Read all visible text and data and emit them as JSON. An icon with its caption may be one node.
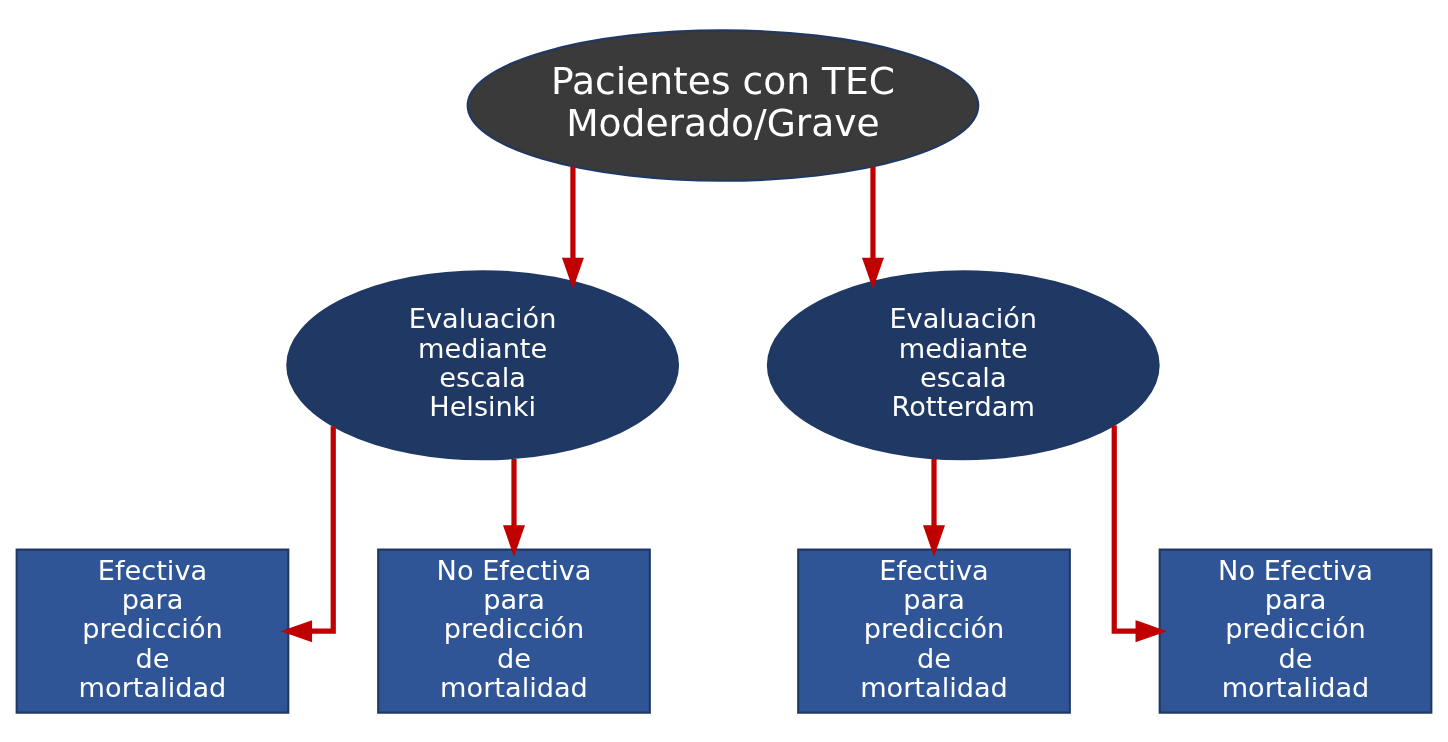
{
  "diagram": {
    "nodes": [
      {
        "text": [
          "Pacientes con TEC Moderado/Grave"
        ]
      },
      {
        "text": [
          "Evaluación mediante escala Helsinki"
        ]
      },
      {
        "text": [
          "Evaluación mediante escala Rotterdam"
        ]
      },
      {
        "text": [
          "Efectiva para predicción de mortalidad"
        ]
      },
      {
        "text": [
          "No Efectiva para predicción de mortalidad"
        ]
      },
      {
        "text": [
          "Efectiva para predicción de mortalidad"
        ]
      },
      {
        "text": [
          "No Efectiva para predicción de mortalidad"
        ]
      }
    ],
    "edges": [
      {
        "from": 0,
        "to": 1,
        "arrow": "to"
      },
      {
        "from": 0,
        "to": 2,
        "arrow": "to"
      },
      {
        "from": 1,
        "to": 3,
        "arrow": "to"
      },
      {
        "from": 1,
        "to": 4,
        "arrow": "to"
      },
      {
        "from": 2,
        "to": 5,
        "arrow": "to"
      },
      {
        "from": 2,
        "to": 6,
        "arrow": "to"
      }
    ]
  }
}
